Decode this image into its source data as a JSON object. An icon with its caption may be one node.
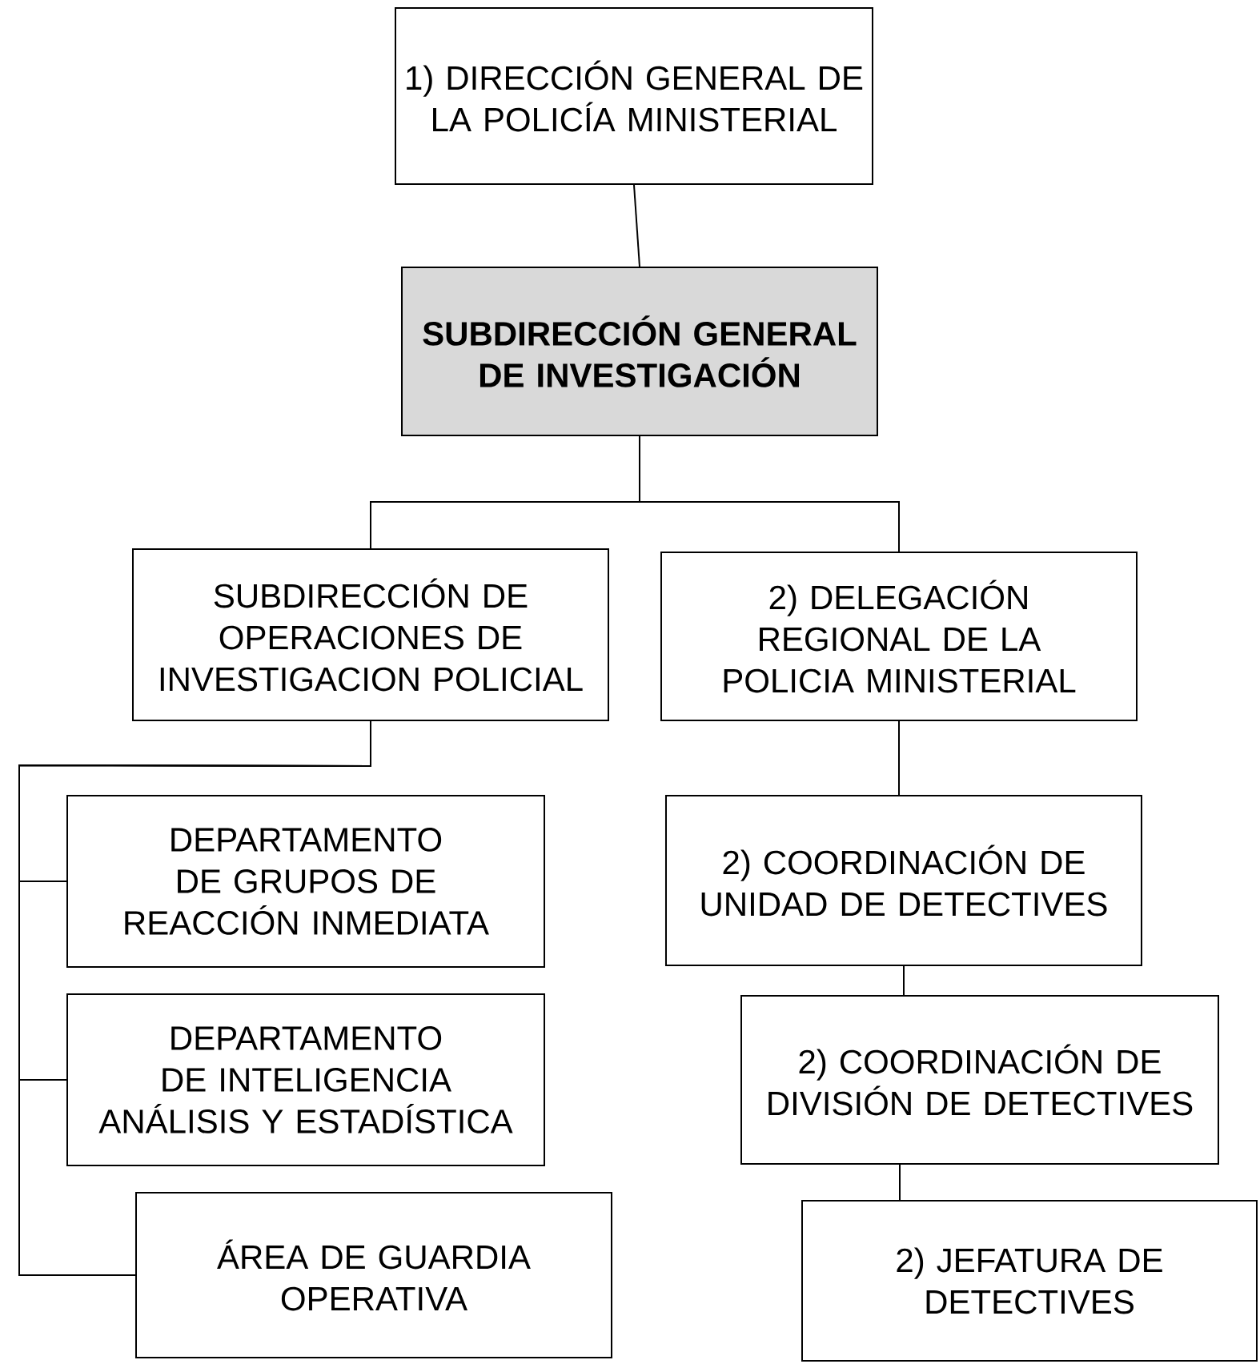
{
  "diagram": {
    "nodes": [
      {
        "text": [
          "1) DIRECCIÓN GENERAL DE LA POLICÍA MINISTERIAL"
        ]
      },
      {
        "text": [
          "SUBDIRECCIÓN GENERAL DE INVESTIGACIÓN"
        ]
      },
      {
        "text": [
          "SUBDIRECCIÓN DE OPERACIONES DE INVESTIGACION POLICIAL"
        ]
      },
      {
        "text": [
          "2) DELEGACIÓN REGIONAL DE LA POLICIA MINISTERIAL"
        ]
      },
      {
        "text": [
          "DEPARTAMENTO DE GRUPOS DE REACCIÓN INMEDIATA"
        ]
      },
      {
        "text": [
          "DEPARTAMENTO DE INTELIGENCIA ANÁLISIS Y ESTADÍSTICA"
        ]
      },
      {
        "text": [
          "ÁREA DE GUARDIA OPERATIVA"
        ]
      },
      {
        "text": [
          "2) COORDINACIÓN DE UNIDAD DE DETECTIVES"
        ]
      },
      {
        "text": [
          "2) COORDINACIÓN DE DIVISIÓN DE DETECTIVES"
        ]
      },
      {
        "text": [
          "2) JEFATURA DE DETECTIVES"
        ]
      }
    ],
    "edges": [
      {
        "from": 0,
        "to": 1,
        "arrow": "none"
      },
      {
        "from": 1,
        "to": 2,
        "arrow": "none"
      },
      {
        "from": 1,
        "to": 3,
        "arrow": "none"
      },
      {
        "from": 2,
        "to": 4,
        "arrow": "none"
      },
      {
        "from": 2,
        "to": 5,
        "arrow": "none"
      },
      {
        "from": 2,
        "to": 6,
        "arrow": "none"
      },
      {
        "from": 3,
        "to": 7,
        "arrow": "none"
      },
      {
        "from": 7,
        "to": 8,
        "arrow": "none"
      },
      {
        "from": 8,
        "to": 9,
        "arrow": "none"
      }
    ]
  }
}
